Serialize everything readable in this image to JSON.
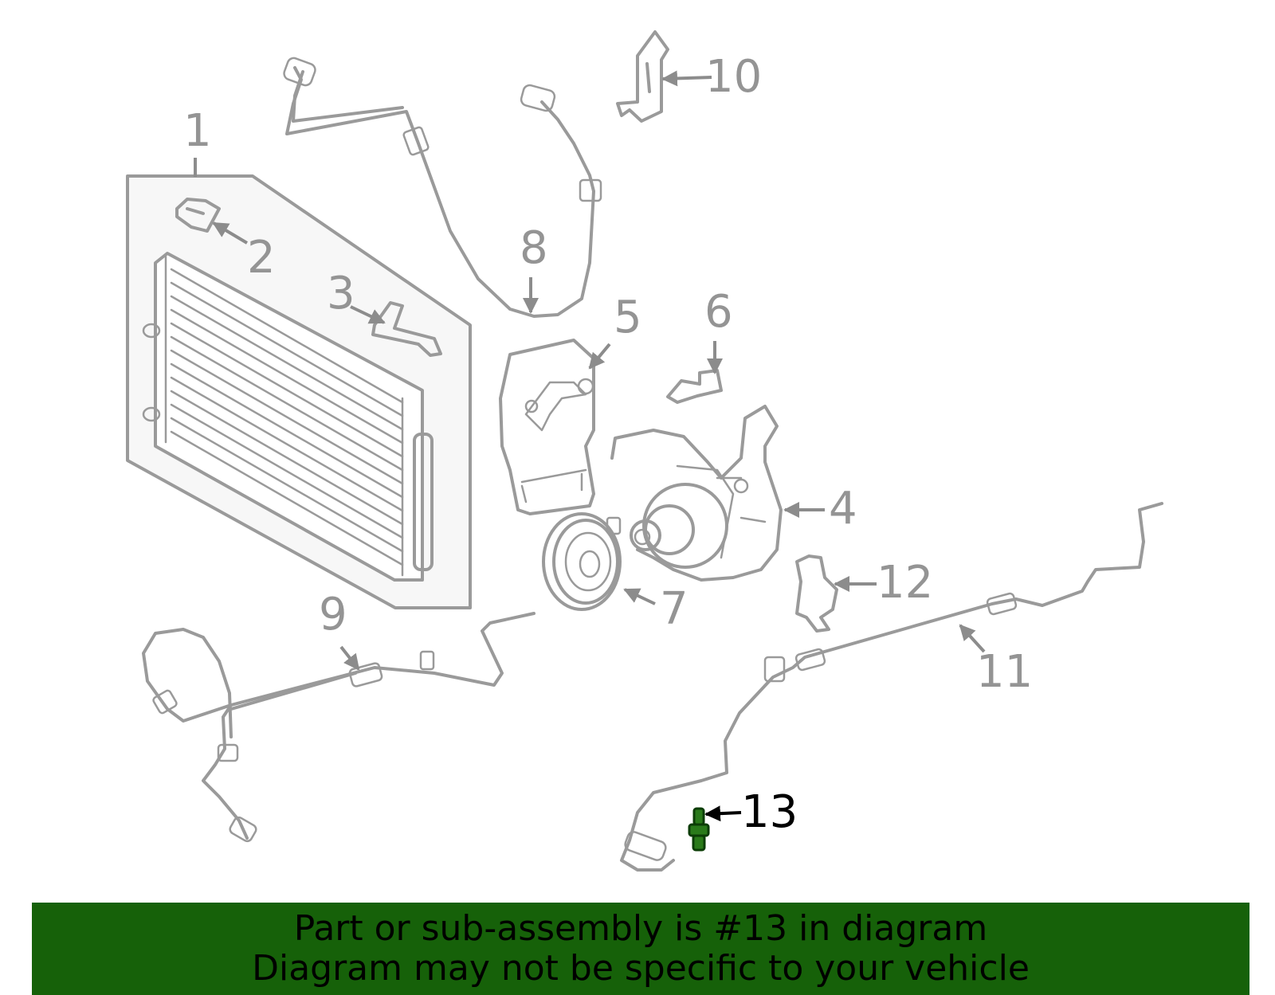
{
  "callouts": {
    "c1": "1",
    "c2": "2",
    "c3": "3",
    "c4": "4",
    "c5": "5",
    "c6": "6",
    "c7": "7",
    "c8": "8",
    "c9": "9",
    "c10": "10",
    "c11": "11",
    "c12": "12",
    "c13": "13"
  },
  "highlighted_part": "13",
  "colors": {
    "banner": "#166109",
    "lines": "#9a9a9a",
    "highlight": "#1f7a12"
  },
  "banner": {
    "line1": "Part or sub-assembly is #13 in diagram",
    "line2": "Diagram may not be specific to your vehicle"
  }
}
